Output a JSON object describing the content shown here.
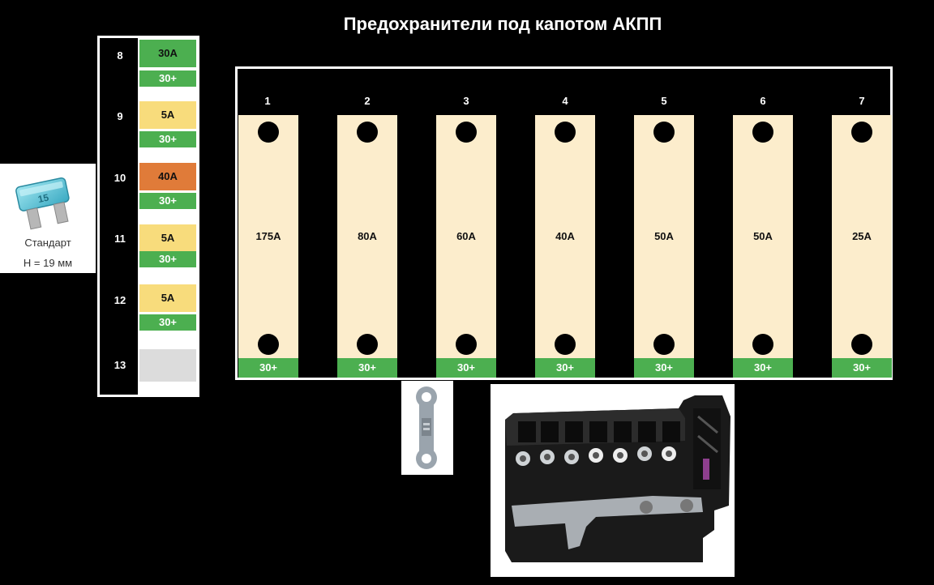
{
  "title": "Предохранители под капотом АКПП",
  "standard_fuse": {
    "label": "Стандарт",
    "height": "H = 19 мм"
  },
  "left_fuses": [
    {
      "num": "8",
      "rating": "30A",
      "color": "#4caf50",
      "terminal": "30+"
    },
    {
      "num": "9",
      "rating": "5A",
      "color": "#f8dc7c",
      "terminal": "30+"
    },
    {
      "num": "10",
      "rating": "40A",
      "color": "#e07b39",
      "terminal": "30+"
    },
    {
      "num": "11",
      "rating": "5A",
      "color": "#f8dc7c",
      "terminal": "30+"
    },
    {
      "num": "12",
      "rating": "5A",
      "color": "#f8dc7c",
      "terminal": "30+"
    },
    {
      "num": "13",
      "rating": "",
      "color": "#dcdcdc",
      "terminal": ""
    }
  ],
  "main_fuses": [
    {
      "num": "1",
      "rating": "175A",
      "terminal": "30+"
    },
    {
      "num": "2",
      "rating": "80A",
      "terminal": "30+"
    },
    {
      "num": "3",
      "rating": "60A",
      "terminal": "30+"
    },
    {
      "num": "4",
      "rating": "40A",
      "terminal": "30+"
    },
    {
      "num": "5",
      "rating": "50A",
      "terminal": "30+"
    },
    {
      "num": "6",
      "rating": "50A",
      "terminal": "30+"
    },
    {
      "num": "7",
      "rating": "25A",
      "terminal": "30+"
    }
  ],
  "colors": {
    "terminal_green": "#4caf50",
    "strip_fuse_body": "#fcedcc",
    "background": "#000000"
  }
}
